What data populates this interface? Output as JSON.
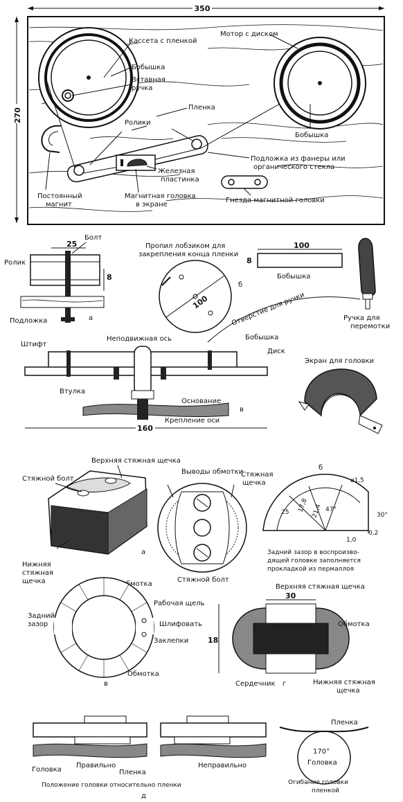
{
  "panel1": {
    "width_dim": "350",
    "height_dim": "270",
    "labels": {
      "motor": "Мотор с диском",
      "cassette": "Кассета с пленкой",
      "boss_left": "Бобышка",
      "handle": "Вставная ручка",
      "film": "Пленка",
      "rollers": "Ролики",
      "boss_right": "Бобышка",
      "base": "Подложка из фанеры или органического стекла",
      "iron_plate": "Железная пластинка",
      "head_in_screen": "Магнитная головка в экране",
      "sockets": "Гнезда магнитной головки",
      "perm_magnet": "Постоянный магнит"
    }
  },
  "panel2": {
    "labels": {
      "bolt": "Болт",
      "dim_25": "25",
      "roller": "Ролик",
      "dim_8": "8",
      "base": "Подложка",
      "letter_a": "а",
      "saw_cut": "Пропил лобзиком для закрепления конца пленки",
      "letter_b": "б",
      "dim_100_disk": "100",
      "dim_100_boss": "100",
      "dim_8_boss": "8",
      "boss": "Бобышка",
      "hole": "Отверстие для ручки",
      "rewind": "Ручка для перемотки",
      "pin": "Штифт",
      "fixed_axis": "Неподвижная ось",
      "boss2": "Бобышка",
      "disk": "Диск",
      "bushing": "Втулка",
      "basis": "Основание",
      "letter_v": "в",
      "axis_mount": "Крепление оси",
      "dim_160": "160",
      "head_screen": "Экран для головки"
    }
  },
  "panel3": {
    "labels": {
      "upper_cheek": "Верхняя стяжная щечка",
      "clamp_bolt": "Стяжной болт",
      "lower_cheek": "Нижняя стяжная щечка",
      "letter_a": "а",
      "winding_leads": "Выводы обмотки",
      "clamp_cheek": "Стяжная щечка",
      "clamp_bolt2": "Стяжной болт",
      "letter_b": "б",
      "d15": "⌀1,5",
      "d178": "17,8",
      "d214": "21,4",
      "d25": "25",
      "a47": "47°",
      "a30": "30°",
      "g10": "1,0",
      "g02": "0,2",
      "back_gap_note": "Задний зазор в воспроизводящей головке заполняется прокладкой из пермаллоя",
      "winding1": "Обмотка",
      "back_gap": "Задний зазор",
      "work_gap": "Рабочая щель",
      "grind": "Шлифовать",
      "rivets": "Заклепки",
      "winding2": "Обмотка",
      "letter_v": "в",
      "dim_30": "30",
      "upper_cheek2": "Верхняя стяжная щечка",
      "dim_18": "18",
      "winding3": "Обмотка",
      "core": "Сердечник",
      "letter_g": "г",
      "lower_cheek2": "Нижняя стяжная щечка"
    }
  },
  "panel4": {
    "labels": {
      "head": "Головка",
      "correct": "Правильно",
      "film": "Пленка",
      "incorrect": "Неправильно",
      "position_caption": "Положение головки относительно пленки",
      "film2": "Пленка",
      "angle": "170°",
      "head2": "Головка",
      "wrap_caption": "Огибание головки пленкой",
      "letter_d": "д"
    }
  }
}
